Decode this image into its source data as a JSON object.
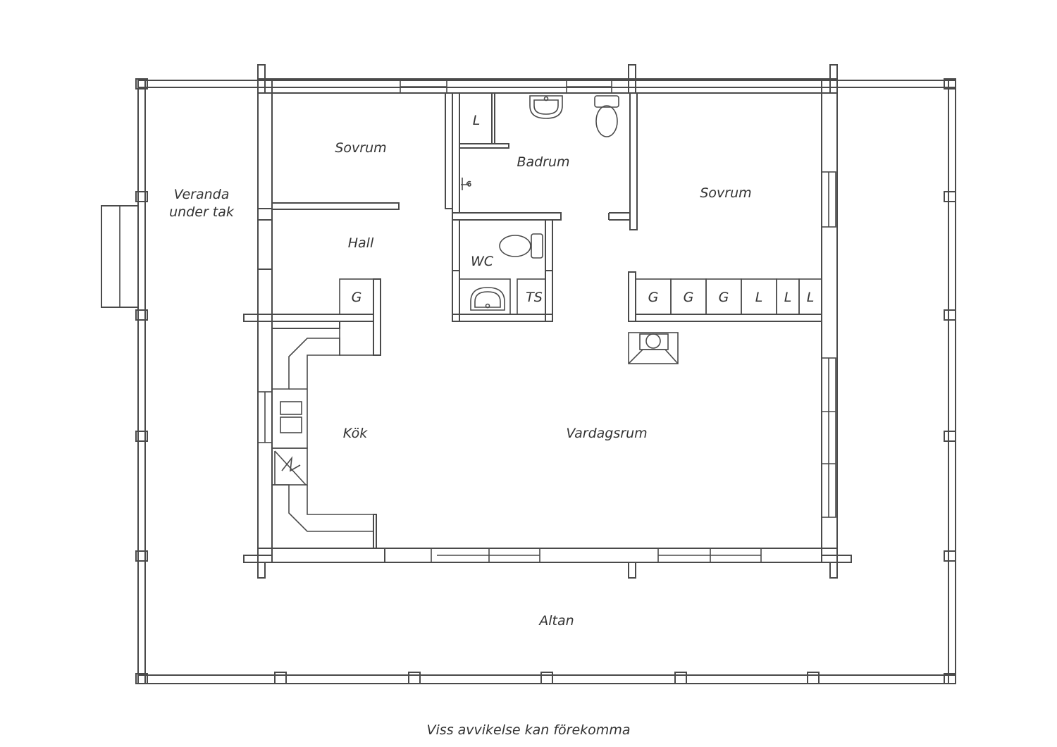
{
  "rooms": {
    "veranda_line1": "Veranda",
    "veranda_line2": "under tak",
    "sovrum_left": "Sovrum",
    "badrum": "Badrum",
    "sovrum_right": "Sovrum",
    "hall": "Hall",
    "wc": "WC",
    "kok": "Kök",
    "vardagsrum": "Vardagsrum",
    "altan": "Altan"
  },
  "fixtures": {
    "bath_closet": "L",
    "hall_closet": "G",
    "wc_cabinet": "TS",
    "wardrobes": [
      "G",
      "G",
      "G",
      "L",
      "L",
      "L"
    ]
  },
  "footer": {
    "note": "Viss avvikelse kan förekomma"
  }
}
